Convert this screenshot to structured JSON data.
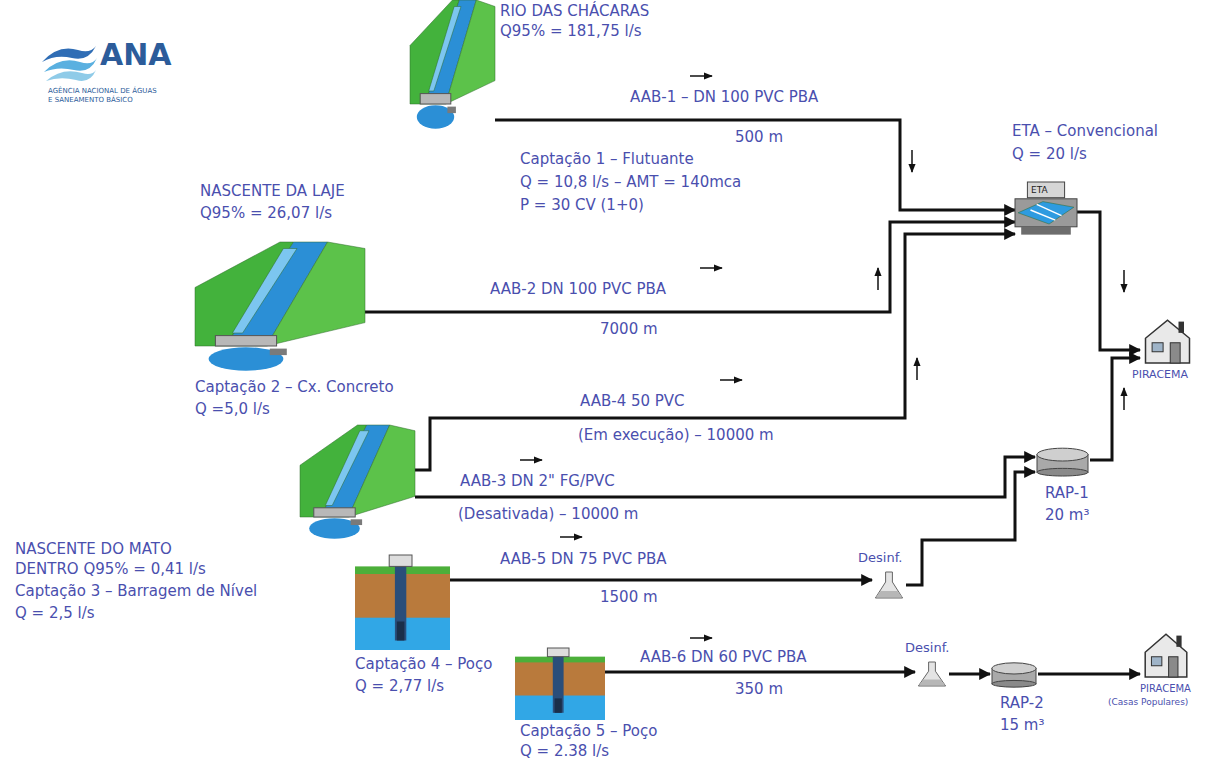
{
  "diagram": {
    "nodes": [
      {
        "text": [
          "RIO DAS CHÁCARAS",
          "Q95% = 181,75 l/s",
          "Captação 1 – Flutuante",
          "Q = 10,8 l/s – AMT = 140mca",
          "P = 30 CV (1+0)"
        ]
      },
      {
        "text": [
          "ETA – Convencional",
          "Q = 20 l/s",
          "ETA"
        ]
      },
      {
        "text": [
          "NASCENTE DA LAJE",
          "Q95% = 26,07 l/s",
          "Captação 2 – Cx. Concreto",
          "Q =5,0 l/s"
        ]
      },
      {
        "text": [
          "NASCENTE DO MATO",
          "DENTRO Q95% = 0,41 l/s",
          "Captação 3 – Barragem de Nível",
          "Q = 2,5 l/s"
        ]
      },
      {
        "text": [
          "RAP-1",
          "20 m³"
        ]
      },
      {
        "text": [
          "Captação 4 – Poço",
          "Q = 2,77 l/s"
        ]
      },
      {
        "text": [
          "Desinf."
        ]
      },
      {
        "text": [
          "PIRACEMA"
        ]
      },
      {
        "text": [
          "Captação 5 – Poço",
          "Q = 2.38 l/s"
        ]
      },
      {
        "text": [
          "Desinf."
        ]
      },
      {
        "text": [
          "RAP-2",
          "15 m³"
        ]
      },
      {
        "text": [
          "PIRACEMA",
          "(Casas Populares)"
        ]
      }
    ],
    "edges": [
      {
        "from": 0,
        "to": 1,
        "label": "AAB-1 – DN 100 PVC PBA",
        "arrow": "to"
      },
      {
        "from": 2,
        "to": 1,
        "label": "AAB-2 DN 100 PVC PBA",
        "arrow": "to"
      },
      {
        "from": 3,
        "to": 1,
        "label": "AAB-4 50 PVC",
        "arrow": "to"
      },
      {
        "from": 3,
        "to": 4,
        "label": "AAB-3 DN 2\" FG/PVC",
        "arrow": "to"
      },
      {
        "from": 5,
        "to": 6,
        "label": "AAB-5 DN 75 PVC PBA",
        "arrow": "to"
      },
      {
        "from": 6,
        "to": 4,
        "arrow": "to"
      },
      {
        "from": 1,
        "to": 7,
        "arrow": "to"
      },
      {
        "from": 4,
        "to": 7,
        "arrow": "to"
      },
      {
        "from": 8,
        "to": 9,
        "label": "AAB-6 DN 60 PVC PBA",
        "arrow": "to"
      },
      {
        "from": 9,
        "to": 10,
        "arrow": "to"
      },
      {
        "from": 10,
        "to": 11,
        "arrow": "to"
      }
    ],
    "labels": [
      "ANA",
      "AGÊNCIA NACIONAL DE ÁGUAS",
      "E SANEAMENTO BÁSICO",
      "500 m",
      "7000 m",
      "(Em execução) – 10000 m",
      "(Desativada) – 10000 m",
      "1500 m",
      "350 m"
    ]
  }
}
